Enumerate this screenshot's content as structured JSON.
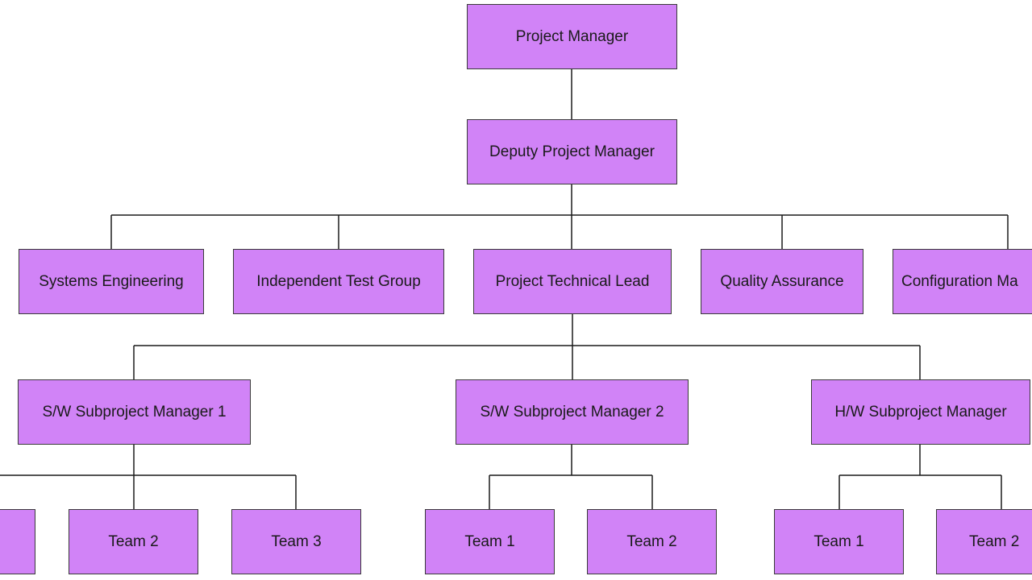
{
  "diagram": {
    "node_fill": "#d183f7",
    "line_color": "#1a1a1a",
    "nodes": {
      "project_manager": "Project Manager",
      "deputy_project_manager": "Deputy Project Manager",
      "systems_engineering": "Systems Engineering",
      "independent_test_group": "Independent Test Group",
      "project_technical_lead": "Project Technical Lead",
      "quality_assurance": "Quality Assurance",
      "configuration_management": "Configuration Ma",
      "sw_subproject_manager_1": "S/W Subproject Manager 1",
      "sw_subproject_manager_2": "S/W Subproject Manager 2",
      "hw_subproject_manager": "H/W Subproject Manager",
      "sw1_team_1": "",
      "sw1_team_2": "Team 2",
      "sw1_team_3": "Team 3",
      "sw2_team_1": "Team 1",
      "sw2_team_2": "Team 2",
      "hw_team_1": "Team 1",
      "hw_team_2": "Team 2"
    }
  }
}
